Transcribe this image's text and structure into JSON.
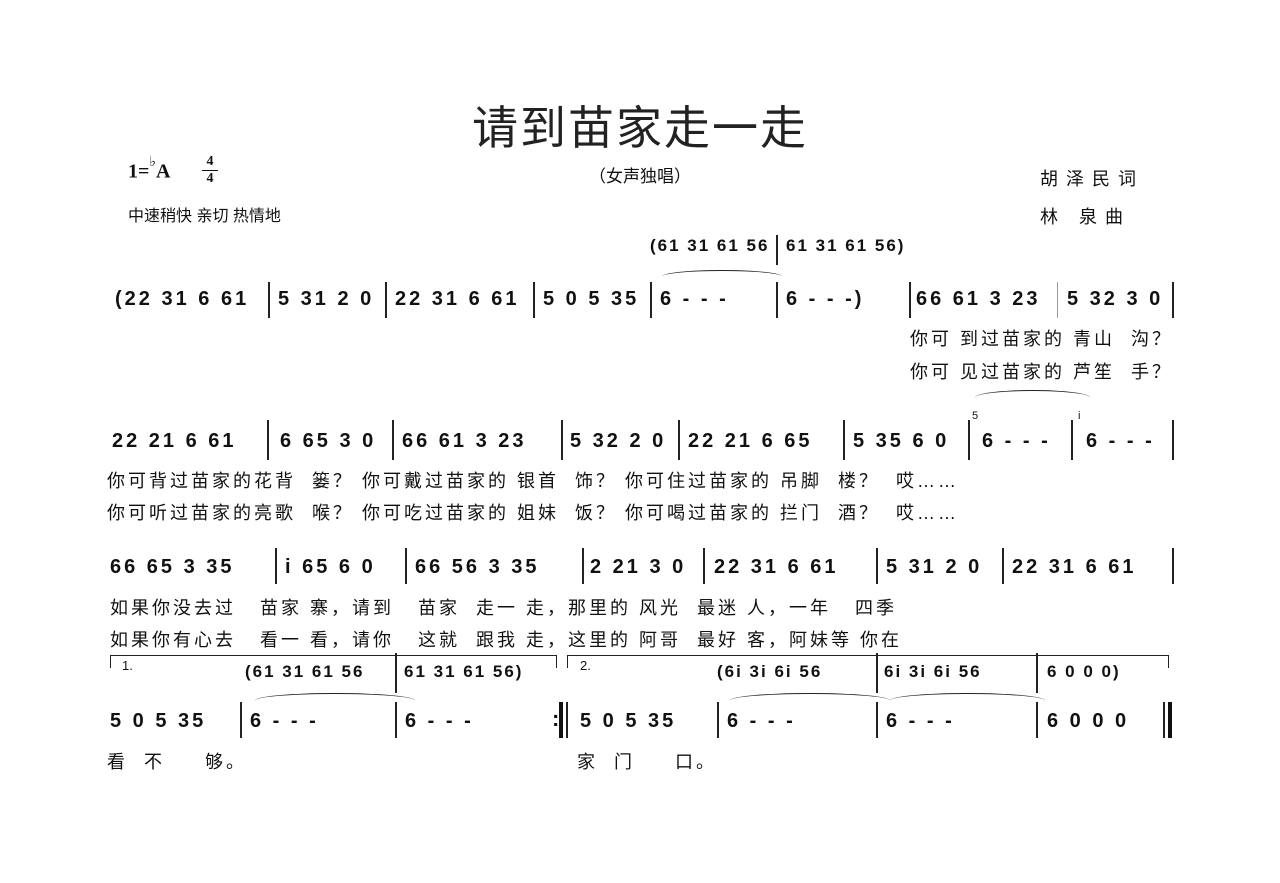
{
  "header": {
    "title": "请到苗家走一走",
    "key": "1=",
    "key_flat": "♭",
    "key_note": "A",
    "time_sig_top": "4",
    "time_sig_bottom": "4",
    "subtitle": "（女声独唱）",
    "tempo": "中速稍快  亲切  热情地",
    "lyricist": "胡泽民词",
    "composer": "林  泉曲"
  },
  "system1": {
    "accomp": "(61 31 61 56 | 61 31 61 56)",
    "accomp_m1": "(61 31 61 56",
    "accomp_m2": "61 31 61 56)",
    "measures": [
      "(22 31 6 61",
      "5 31 2 0",
      "22 31 6 61",
      "5 0 5 35",
      "6 - - -",
      "6 - - -)",
      "66 61 3 23",
      "5 32 3 0"
    ],
    "lyrics_v1": "你可 到过苗家的 青山  沟？",
    "lyrics_v2": "你可 见过苗家的 芦笙  手？"
  },
  "system2": {
    "measures": [
      "22 21 6 61",
      "6 65 3 0",
      "66 61 3 23",
      "5 32 2 0",
      "22 21 6 65",
      "5 35 6 0",
      "6 - - -",
      "6 - - -"
    ],
    "grace1": "5",
    "grace2": "i",
    "lyrics_v1": "你可背过苗家的花背  篓？ 你可戴过苗家的 银首  饰？ 你可住过苗家的 吊脚  楼？  哎……",
    "lyrics_v2": "你可听过苗家的亮歌  喉？ 你可吃过苗家的 姐妹  饭？ 你可喝过苗家的 拦门  酒？  哎……"
  },
  "system3": {
    "measures": [
      "66 65 3 35",
      "i 65 6 0",
      "66 56 3 35",
      "2 21 3 0",
      "22 31 6 61",
      "5 31 2 0",
      "22 31 6 61"
    ],
    "lyrics_v1": "如果你没去过   苗家 寨，请到   苗家  走一 走，那里的 风光  最迷 人，一年   四季",
    "lyrics_v2": "如果你有心去   看一 看，请你   这就  跟我 走，这里的 阿哥  最好 客，阿妹等 你在"
  },
  "system4": {
    "volta1": "1.",
    "volta2": "2.",
    "accomp1_m1": "(61 31 61 56",
    "accomp1_m2": "61 31 61 56)",
    "accomp2_m1": "(6i 3i 6i 56",
    "accomp2_m2": "6i 3i 6i 56",
    "accomp2_m3": "6 0 0 0)",
    "measures": [
      "5 0 5 35",
      "6 - - -",
      "6 - - -",
      "5 0 5 35",
      "6 - - -",
      "6 - - -",
      "6 0 0 0"
    ],
    "lyrics_1": "看  不     够。",
    "lyrics_2": "家  门     口。"
  }
}
